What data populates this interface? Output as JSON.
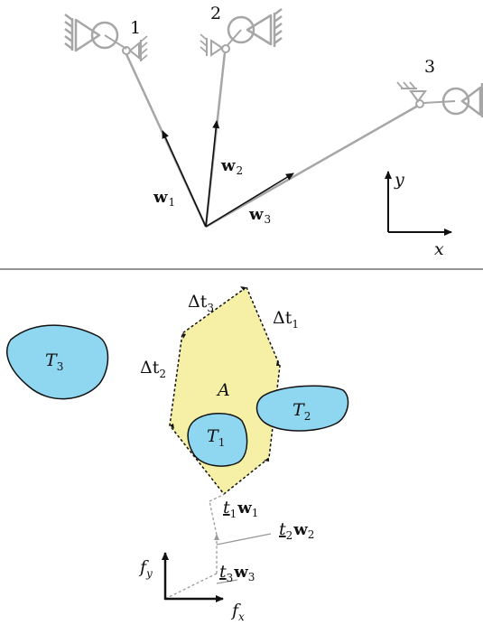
{
  "top_panel": {
    "motors": [
      {
        "number": "1"
      },
      {
        "number": "2"
      },
      {
        "number": "3"
      }
    ],
    "vectors": [
      {
        "sym": "w",
        "sub": "1"
      },
      {
        "sym": "w",
        "sub": "2"
      },
      {
        "sym": "w",
        "sub": "3"
      }
    ],
    "axes": {
      "x": "x",
      "y": "y"
    }
  },
  "bottom_panel": {
    "region_label": "A",
    "tasks": [
      {
        "sym": "T",
        "sub": "1"
      },
      {
        "sym": "T",
        "sub": "2"
      },
      {
        "sym": "T",
        "sub": "3"
      }
    ],
    "edges": [
      {
        "sym": "Δt",
        "sub": "1"
      },
      {
        "sym": "Δt",
        "sub": "2"
      },
      {
        "sym": "Δt",
        "sub": "3"
      }
    ],
    "chain_terms": [
      {
        "t": "t",
        "sub": "1",
        "w": "w",
        "wsub": "1"
      },
      {
        "t": "t",
        "sub": "2",
        "w": "w",
        "wsub": "2"
      },
      {
        "t": "t",
        "sub": "3",
        "w": "w",
        "wsub": "3"
      }
    ],
    "axes": {
      "fx": "f",
      "fx_sub": "x",
      "fy": "f",
      "fy_sub": "y"
    }
  },
  "colors": {
    "region_fill": "#f5f0a6",
    "task_fill": "#8fd6f0",
    "mechanism_gray": "#a6a6a6",
    "ink": "#111111"
  }
}
